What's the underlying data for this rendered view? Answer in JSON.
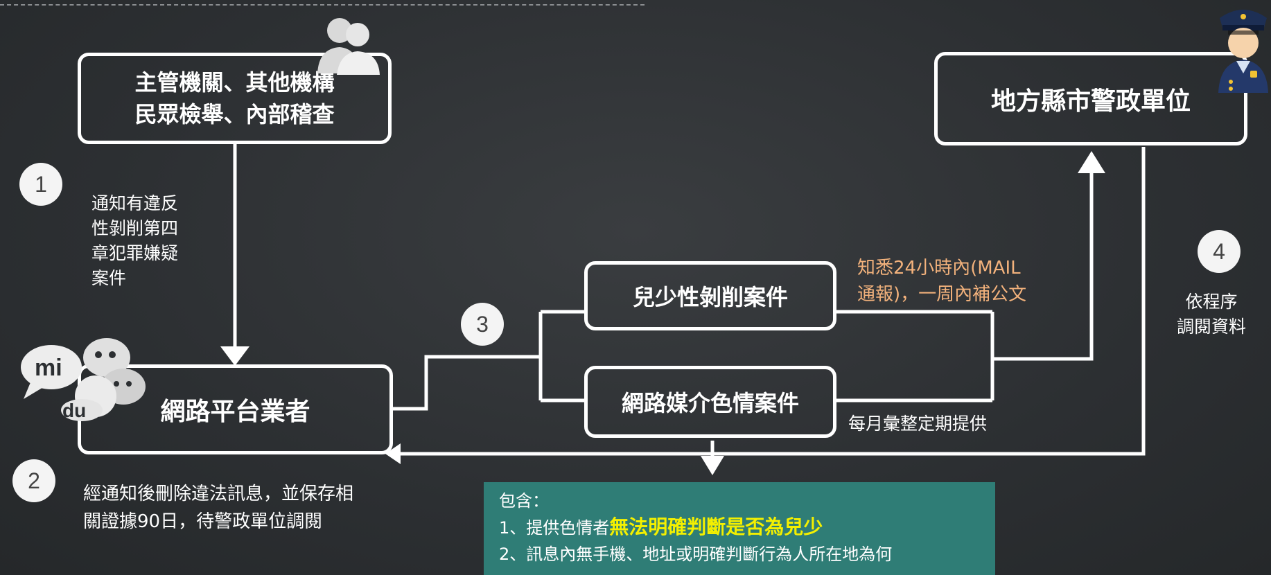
{
  "boxes": {
    "authority": {
      "line1": "主管機關、其他機構",
      "line2": "民眾檢舉、內部稽查"
    },
    "police": {
      "label": "地方縣市警政單位"
    },
    "child_case": {
      "label": "兒少性剝削案件"
    },
    "media_case": {
      "label": "網路媒介色情案件"
    },
    "platform": {
      "label": "網路平台業者"
    }
  },
  "steps": {
    "step1": {
      "number": "1",
      "lines": [
        "通知有違反",
        "性剝削第四",
        "章犯罪嫌疑",
        "案件"
      ]
    },
    "step2": {
      "number": "2",
      "lines": [
        "經通知後刪除違法訊息，並保存相",
        "關證據90日，待警政單位調閱"
      ]
    },
    "step3": {
      "number": "3"
    },
    "step4": {
      "number": "4",
      "lines": [
        "依程序",
        "調閱資料"
      ]
    }
  },
  "annotations": {
    "report_24h": [
      "知悉24小時內(MAIL",
      "通報)，一周內補公文"
    ],
    "monthly": "每月彙整定期提供"
  },
  "info": {
    "heading": "包含：",
    "item1_prefix": "1、提供色情者",
    "item1_highlight": "無法明確判斷是否為兒少",
    "item2": "2、訊息內無手機、地址或明確判斷行為人所在地為何"
  },
  "icons": {
    "people": "people-group-icon",
    "police": "police-officer-icon",
    "chat": "chat-bubbles-icon",
    "logo_mi": "mi",
    "logo_du": "du"
  },
  "colors": {
    "background": "#2c2f32",
    "orange_text": "#f3b27c",
    "info_bg": "#2f7d76",
    "highlight": "#f4f000"
  }
}
